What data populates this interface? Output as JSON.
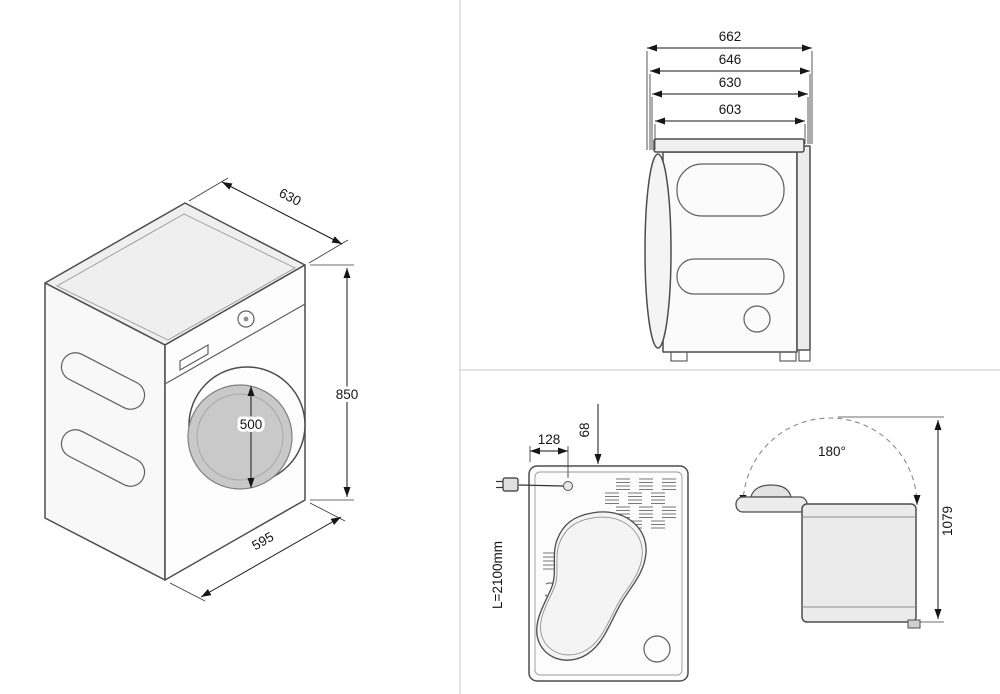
{
  "sheet": {
    "iso_view": {
      "depth_label": "630",
      "height_label": "850",
      "door_label": "500",
      "width_label": "595"
    },
    "side_view": {
      "dim_labels": [
        "662",
        "646",
        "630",
        "603"
      ]
    },
    "rear_view": {
      "cable_offset_label": "128",
      "vent_offset_label": "68",
      "cable_length_label": "L=2100mm"
    },
    "lid_view": {
      "angle_label": "180°",
      "height_label": "1079"
    }
  }
}
